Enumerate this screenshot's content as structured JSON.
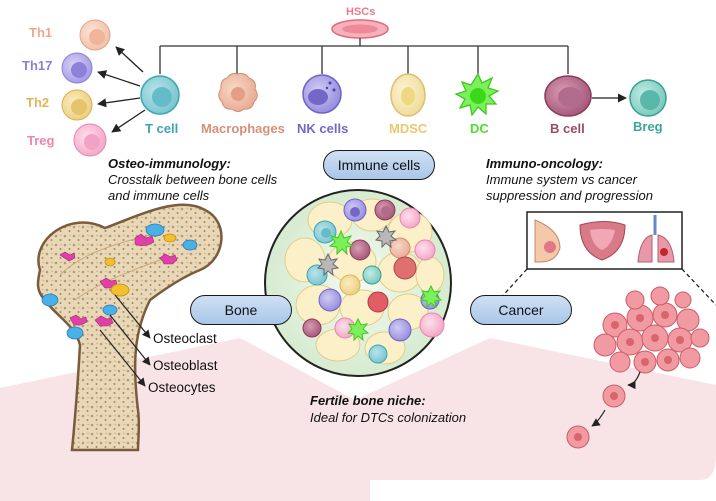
{
  "hsc_label": "HSCs",
  "cells": {
    "th1": "Th1",
    "th17": "Th17",
    "th2": "Th2",
    "treg": "Treg",
    "t_cell": "T cell",
    "macrophages": "Macrophages",
    "nk_cells": "NK cells",
    "mdsc": "MDSC",
    "dc": "DC",
    "b_cell": "B cell",
    "breg": "Breg"
  },
  "osteo_immunology": {
    "title": "Osteo-immunology:",
    "line1": "Crosstalk between bone cells",
    "line2": "and immune cells"
  },
  "immuno_oncology": {
    "title": "Immuno-oncology:",
    "line1": "Immune system vs cancer",
    "line2": "suppression and progression"
  },
  "pills": {
    "immune": "Immune cells",
    "bone": "Bone",
    "cancer": "Cancer"
  },
  "bone_cells": {
    "osteoclast": "Osteoclast",
    "osteoblast": "Osteoblast",
    "osteocytes": "Osteocytes"
  },
  "niche": {
    "title": "Fertile bone niche:",
    "subtitle": "Ideal for DTCs colonization"
  },
  "colors": {
    "th1": "#f0a88c",
    "th17": "#8b80d8",
    "th2": "#e0b65a",
    "treg": "#ee84b0",
    "t_cell": "#3aa6b4",
    "macrophages": "#d89078",
    "nk_cells": "#7467c8",
    "mdsc": "#e8c870",
    "dc": "#4ee030",
    "b_cell": "#9a4a6a",
    "breg": "#3aa898",
    "hsc": "#e87a8a"
  }
}
